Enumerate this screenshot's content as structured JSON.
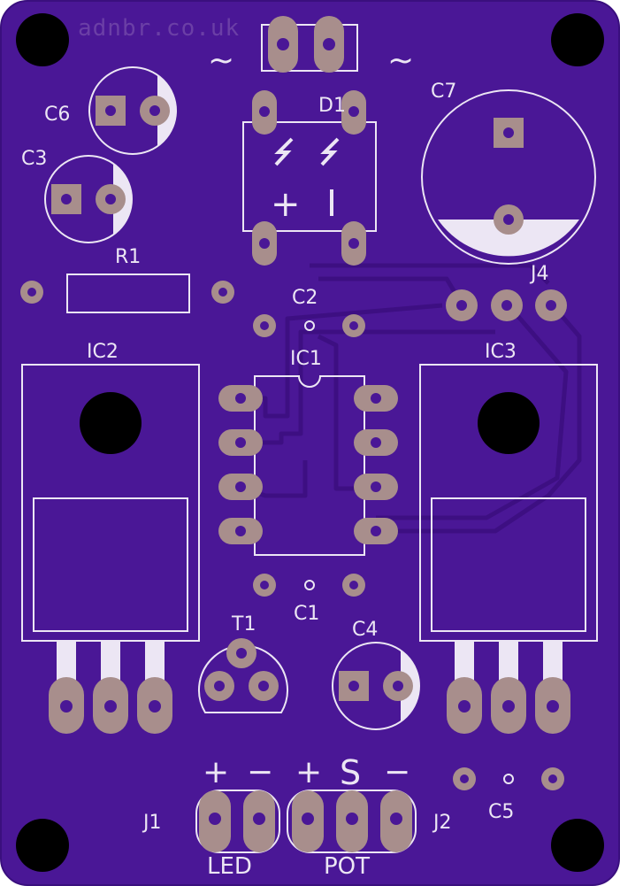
{
  "watermark": "adnbr.co.uk",
  "ac_symbol": "~",
  "colors": {
    "board": "#4a1796",
    "board_edge": "#3a0f7e",
    "trace": "#3d0f82",
    "trace_edge": "#5a2aa8",
    "silkscreen": "#ece6f4",
    "pad": "#a88e8c",
    "hole": "#b89c98",
    "mount_hole": "#000000"
  },
  "labels": {
    "c6": "C6",
    "c3": "C3",
    "d1": "D1",
    "c7": "C7",
    "r1": "R1",
    "c2": "C2",
    "j4": "J4",
    "ic1": "IC1",
    "ic2": "IC2",
    "ic3": "IC3",
    "c1": "C1",
    "t1": "T1",
    "c4": "C4",
    "c5": "C5",
    "j1": "J1",
    "j2": "J2",
    "led": "LED",
    "pot": "POT"
  },
  "symbols": {
    "plus1": "+",
    "minus1": "−",
    "plus2": "+",
    "signal": "S",
    "minus2": "−",
    "bridge_plus": "+",
    "bridge_minus": "−"
  }
}
